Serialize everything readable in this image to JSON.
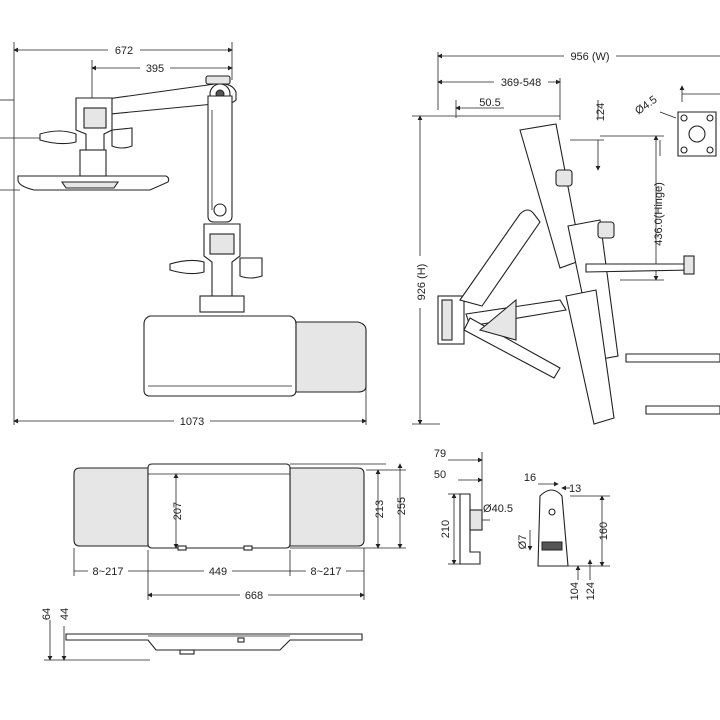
{
  "dimensions": {
    "top_view": {
      "d672": "672",
      "d395": "395",
      "d1073": "1073"
    },
    "side_view": {
      "width": "956 (W)",
      "reach": "369-548",
      "d50_5": "50.5",
      "d124": "124",
      "hinge": "436.0(Hinge)",
      "height": "926 (H)",
      "vesa_hole": "Ø4.5"
    },
    "keyboard_tray": {
      "d207": "207",
      "d213": "213",
      "d255": "255",
      "left_ext": "8~217",
      "middle": "449",
      "right_ext": "8~217",
      "total": "668"
    },
    "tray_profile": {
      "d64": "64",
      "d44": "44"
    },
    "wall_bracket": {
      "d79": "79",
      "d50": "50",
      "d210": "210",
      "d40_5": "Ø40.5"
    },
    "clamp": {
      "d16": "16",
      "d13": "13",
      "d7": "Ø7",
      "d104": "104",
      "d124": "124",
      "d160": "160"
    }
  },
  "colors": {
    "line": "#222222",
    "fill_light": "#e6e6e6",
    "fill_dark": "#555555"
  }
}
